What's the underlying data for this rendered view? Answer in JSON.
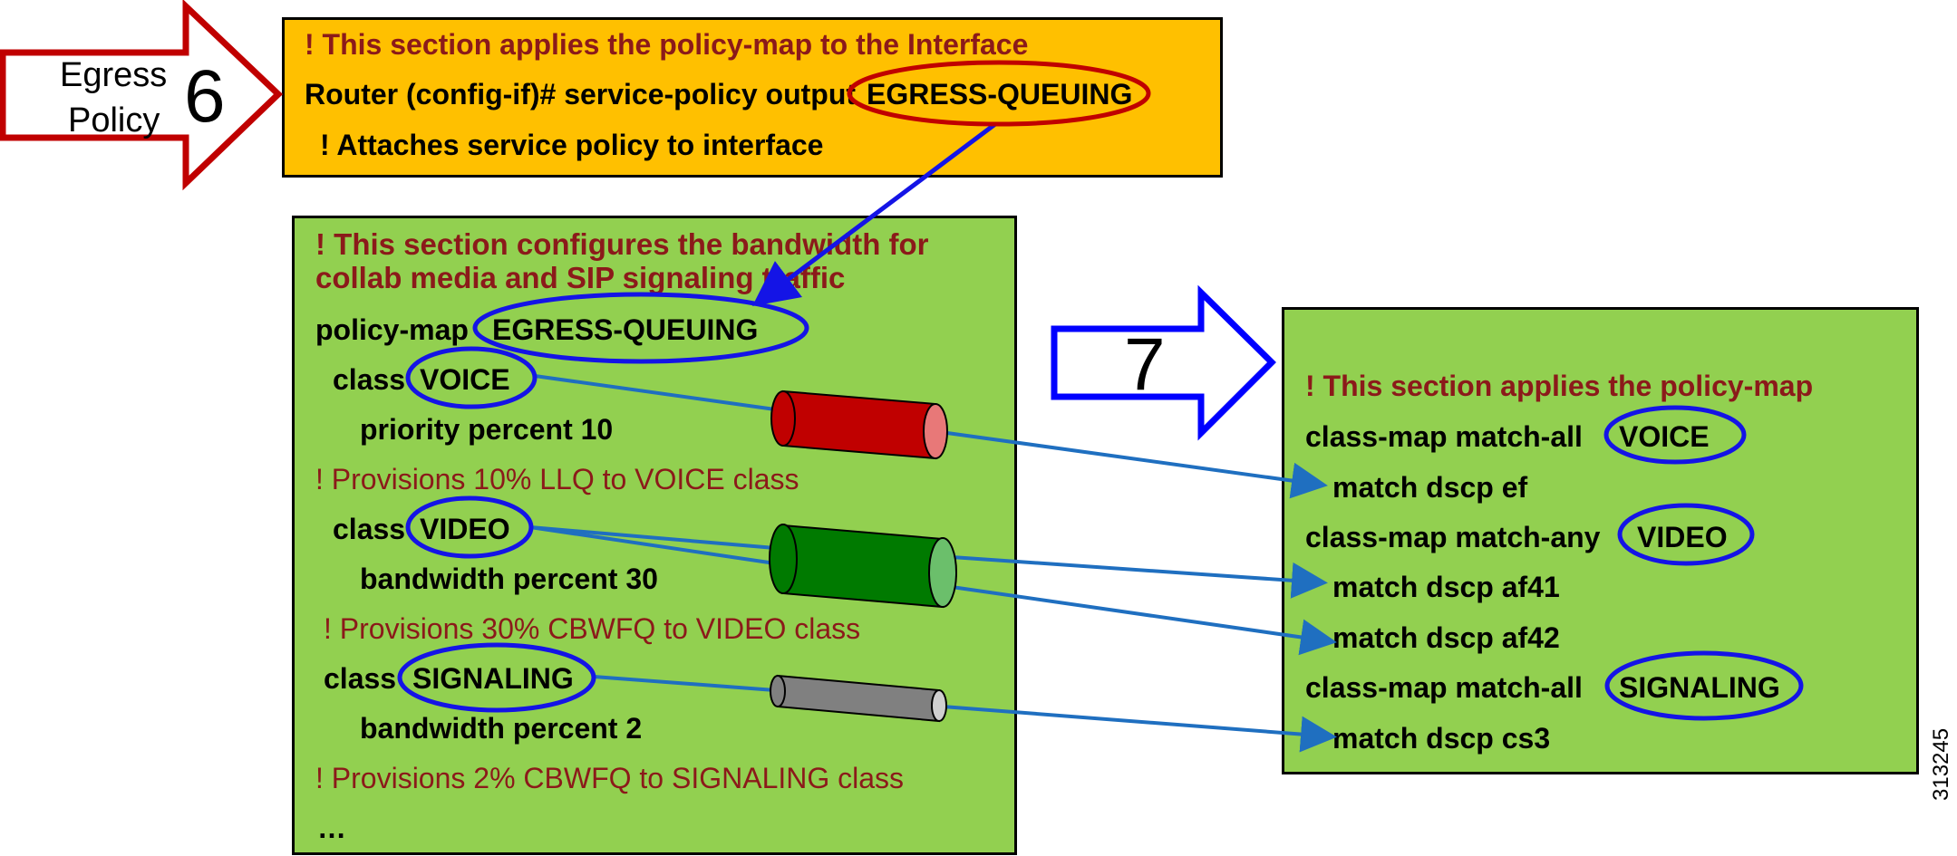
{
  "colors": {
    "orange_box": "#ffc000",
    "green_box": "#92d050",
    "comment_red": "#8b1a1a",
    "connector_blue": "#1f6fc0",
    "ellipse_blue": "#1414e6",
    "ellipse_red": "#c00000",
    "arrow6_outline": "#c00000",
    "arrow7_outline": "#0000ff",
    "pipe_voice": "#c00000",
    "pipe_video": "#007a00",
    "pipe_signaling": "#808080"
  },
  "callout_6": {
    "label_line1": "Egress",
    "label_line2": "Policy",
    "number": "6",
    "icon": "block-arrow-right-icon"
  },
  "callout_7": {
    "number": "7",
    "icon": "block-arrow-right-icon"
  },
  "interface_section": {
    "comment": "! This section applies the policy-map to the Interface",
    "command_prefix": "Router (config-if)# service-policy output",
    "command_target": "EGRESS-QUEUING",
    "note": "! Attaches service policy to interface"
  },
  "policy_section": {
    "comment_line1": "! This section configures the bandwidth for",
    "comment_line2": "collab media and SIP signaling traffic",
    "policy_prefix": "policy-map",
    "policy_name": "EGRESS-QUEUING",
    "voice": {
      "class_kw": "class",
      "name": "VOICE",
      "action": "priority percent 10",
      "note": "! Provisions 10% LLQ to VOICE class"
    },
    "video": {
      "class_kw": "class",
      "name": "VIDEO",
      "action": "bandwidth percent 30",
      "note": "! Provisions 30% CBWFQ to VIDEO class"
    },
    "signaling": {
      "class_kw": "class",
      "name": "SIGNALING",
      "action": "bandwidth percent 2",
      "note": "! Provisions 2% CBWFQ to SIGNALING class"
    },
    "ellipsis": "…"
  },
  "classmap_section": {
    "comment": "! This section applies the policy-map",
    "voice": {
      "prefix": "class-map match-all",
      "name": "VOICE",
      "match": "match dscp ef"
    },
    "video": {
      "prefix": "class-map match-any",
      "name": "VIDEO",
      "match1": "match dscp af41",
      "match2": "match dscp af42"
    },
    "signaling": {
      "prefix": "class-map match-all",
      "name": "SIGNALING",
      "match": "match dscp cs3"
    }
  },
  "figure_id": "313245"
}
